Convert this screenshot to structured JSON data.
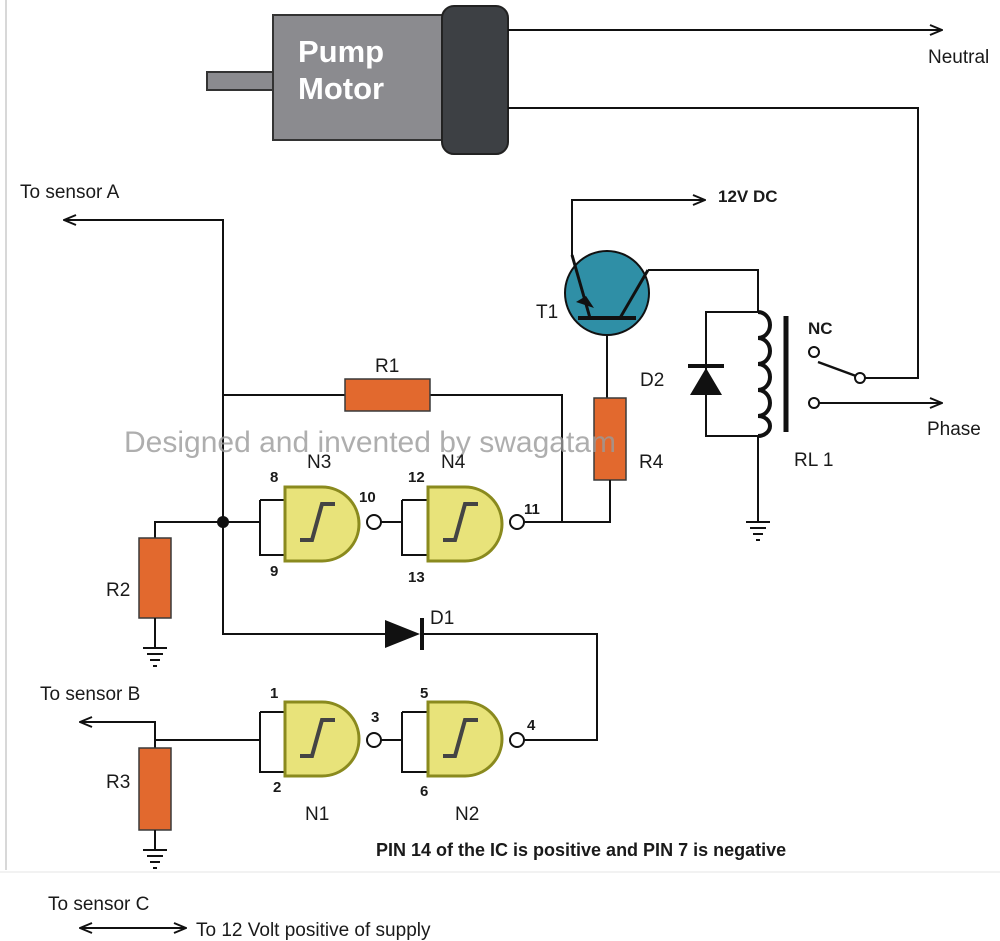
{
  "motor": {
    "line1": "Pump",
    "line2": "Motor"
  },
  "labels": {
    "neutral": "Neutral",
    "phase": "Phase",
    "sensor_a": "To sensor A",
    "sensor_b": "To sensor B",
    "sensor_c": "To sensor C",
    "supply": "To 12 Volt positive of supply",
    "dc12": "12V DC",
    "nc": "NC",
    "rl1": "RL 1",
    "t1": "T1",
    "d1": "D1",
    "d2": "D2",
    "r1": "R1",
    "r2": "R2",
    "r3": "R3",
    "r4": "R4"
  },
  "gates": {
    "n1": "N1",
    "n2": "N2",
    "n3": "N3",
    "n4": "N4"
  },
  "pins": {
    "p1": "1",
    "p2": "2",
    "p3": "3",
    "p4": "4",
    "p5": "5",
    "p6": "6",
    "p8": "8",
    "p9": "9",
    "p10": "10",
    "p11": "11",
    "p12": "12",
    "p13": "13"
  },
  "watermark": "Designed and invented by swagatam",
  "note": "PIN 14 of the IC is positive and PIN 7 is negative",
  "colors": {
    "resistor": "#e2692e",
    "gate_fill": "#e8e37a",
    "transistor": "#2f8fa6",
    "motor_body": "#8b8b8f",
    "motor_cap": "#3d4044"
  }
}
